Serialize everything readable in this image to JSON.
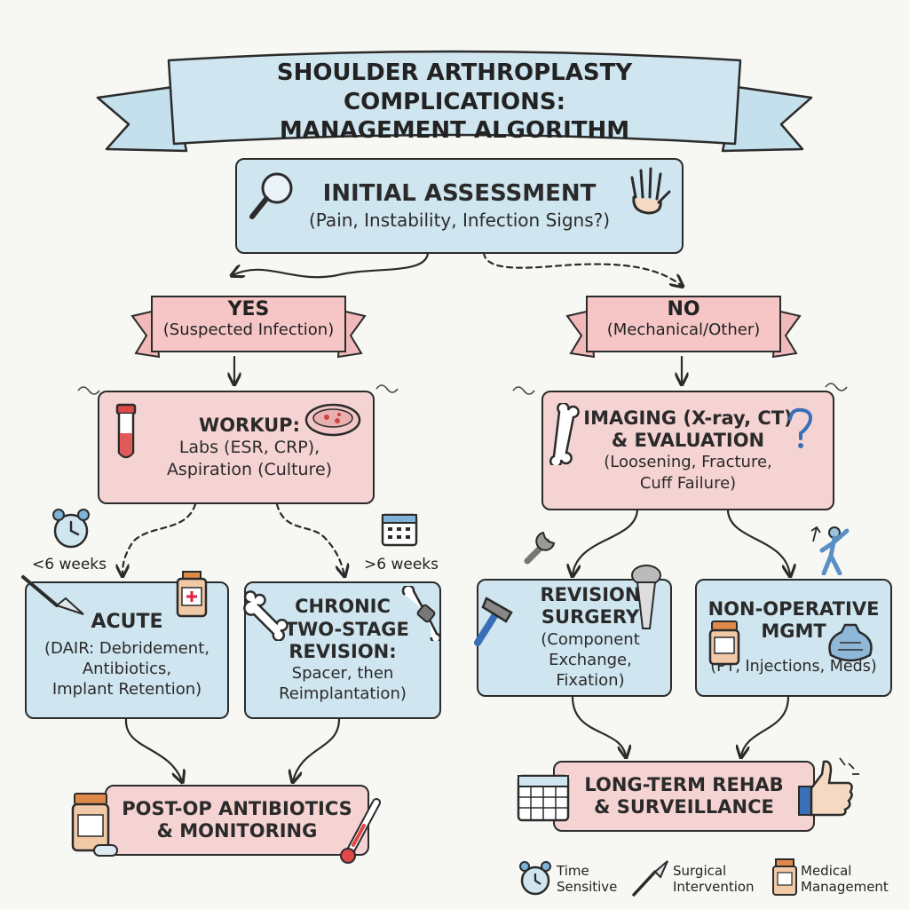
{
  "title": {
    "line1": "SHOULDER ARTHROPLASTY COMPLICATIONS:",
    "line2": "MANAGEMENT ALGORITHM"
  },
  "initial": {
    "title": "INITIAL ASSESSMENT",
    "subtitle": "(Pain, Instability, Infection Signs?)"
  },
  "yes": {
    "title": "YES",
    "subtitle": "(Suspected Infection)"
  },
  "no": {
    "title": "NO",
    "subtitle": "(Mechanical/Other)"
  },
  "workup": {
    "title": "WORKUP:",
    "line1": "Labs (ESR, CRP),",
    "line2": "Aspiration (Culture)"
  },
  "imaging": {
    "line1": "IMAGING (X-ray, CT)",
    "line2": "& EVALUATION",
    "line3": "(Loosening, Fracture,",
    "line4": "Cuff Failure)"
  },
  "time_labels": {
    "lt6": "<6 weeks",
    "gt6": ">6 weeks"
  },
  "acute": {
    "title": "ACUTE",
    "line1": "(DAIR: Debridement,",
    "line2": "Antibiotics,",
    "line3": "Implant Retention)"
  },
  "chronic": {
    "line1": "CHRONIC",
    "line2": "(TWO-STAGE",
    "line3": "REVISION:",
    "line4": "Spacer, then",
    "line5": "Reimplantation)"
  },
  "revision": {
    "line1": "REVISION",
    "line2": "SURGERY",
    "line3": "(Component",
    "line4": "Exchange, Fixation)"
  },
  "nonop": {
    "line1": "NON-OPERATIVE",
    "line2": "MGMT",
    "line3": "(PT, Injections, Meds)"
  },
  "postop": {
    "line1": "POST-OP ANTIBIOTICS",
    "line2": "& MONITORING"
  },
  "rehab": {
    "line1": "LONG-TERM REHAB",
    "line2": "& SURVEILLANCE"
  },
  "legend": [
    {
      "icon": "alarm-clock-icon",
      "line1": "Time",
      "line2": "Sensitive"
    },
    {
      "icon": "scalpel-icon",
      "line1": "Surgical",
      "line2": "Intervention"
    },
    {
      "icon": "pill-bottle-icon",
      "line1": "Medical",
      "line2": "Management"
    }
  ],
  "colors": {
    "blue_box": "#cfe5ef",
    "pink_box": "#f6d3d3",
    "outline": "#2b2b2b",
    "background": "#f7f7f4"
  }
}
